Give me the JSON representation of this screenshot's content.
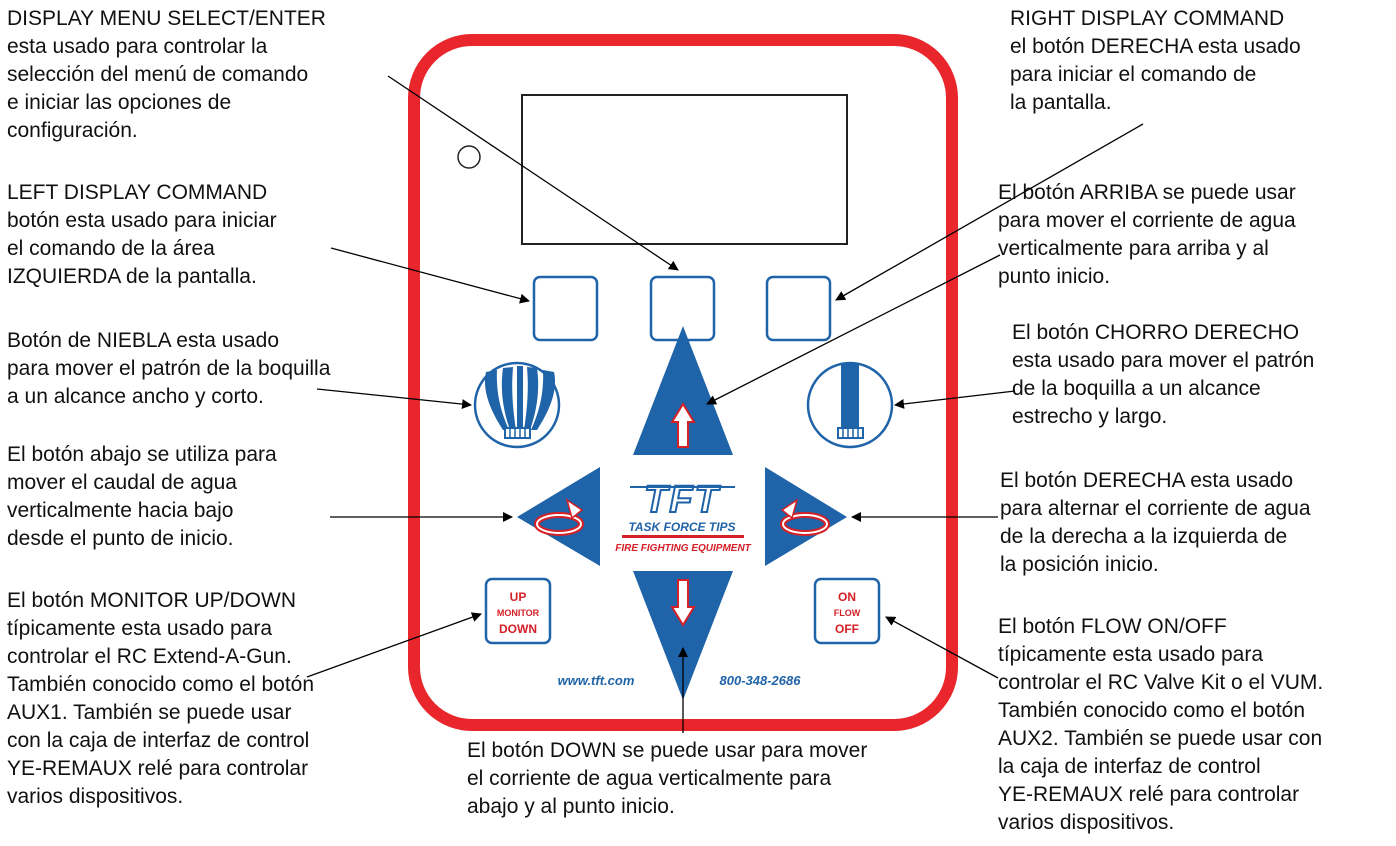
{
  "annotations": {
    "display_menu": "DISPLAY MENU SELECT/ENTER\nesta usado para controlar la\nselección del menú de comando\ne iniciar las opciones de\nconfiguración.",
    "left_display": "LEFT DISPLAY COMMAND\nbotón esta usado para iniciar\nel comando de la área\nIZQUIERDA de la pantalla.",
    "fog": "Botón de NIEBLA esta usado\npara mover el patrón de la boquilla\na un alcance ancho y corto.",
    "down_left": "El botón abajo se utiliza para\nmover el caudal de agua\nverticalmente hacia bajo\ndesde el punto de inicio.",
    "monitor_updown": "El botón MONITOR UP/DOWN\ntípicamente esta usado para\ncontrolar el RC Extend-A-Gun.\nTambién conocido como el botón\nAUX1. También se puede usar\ncon la caja de interfaz de control\nYE-REMAUX relé para controlar\nvarios dispositivos.",
    "right_display": "RIGHT DISPLAY COMMAND\nel botón DERECHA esta usado\npara iniciar el comando de\nla pantalla.",
    "up": "El botón ARRIBA se puede usar\npara mover el corriente de agua\nverticalmente para arriba y al\npunto inicio.",
    "straight": "El botón CHORRO DERECHO\nesta usado para mover el patrón\nde la boquilla a un alcance\nestrecho y largo.",
    "right_rotate": "El botón DERECHA esta usado\npara alternar el corriente de agua\nde la derecha a la izquierda de\nla posición inicio.",
    "flow_onoff": "El botón FLOW ON/OFF\ntípicamente esta usado para\ncontrolar el RC Valve Kit o el VUM.\nTambién conocido como el botón\nAUX2. También se puede usar con\nla caja de interfaz de control\nYE-REMAUX relé para controlar\nvarios dispositivos.",
    "down_bottom": "El botón DOWN se puede usar para mover\nel corriente de agua verticalmente para\nabajo y al punto inicio."
  },
  "device": {
    "brand_logo": "TFT",
    "brand_name": "TASK FORCE TIPS",
    "brand_tagline": "FIRE FIGHTING EQUIPMENT",
    "website": "www.tft.com",
    "phone": "800-348-2686",
    "monitor_btn": {
      "up": "UP",
      "mid": "MONITOR",
      "down": "DOWN"
    },
    "flow_btn": {
      "up": "ON",
      "mid": "FLOW",
      "down": "OFF"
    }
  },
  "colors": {
    "housing_border": "#e8262c",
    "button_blue": "#1f63a8",
    "arrow_red": "#d42027",
    "label_red": "#d42027"
  }
}
